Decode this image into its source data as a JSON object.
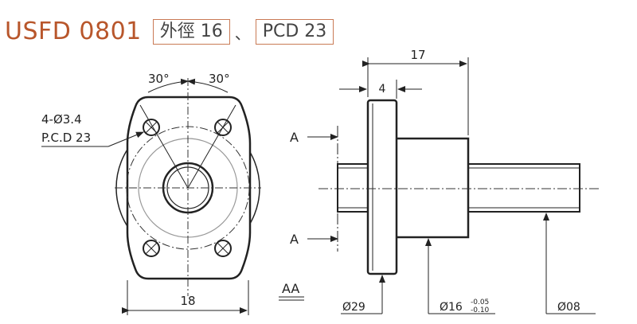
{
  "header": {
    "model": "USFD 0801",
    "spec_outer": "外徑 16",
    "separator": "、",
    "spec_pcd": "PCD 23"
  },
  "front_view": {
    "angle_left": "30°",
    "angle_right": "30°",
    "holes_label": "4-Ø3.4",
    "pcd_label": "P.C.D 23",
    "width_label": "18"
  },
  "side_view": {
    "length_label": "17",
    "flange_label": "4",
    "section_a_top": "A",
    "section_a_bottom": "A",
    "section_name": "AA",
    "flange_dia_label": "Ø29",
    "body_dia_label": "Ø16",
    "body_tol_upper": "-0.05",
    "body_tol_lower": "-0.10",
    "shaft_dia_label": "Ø08"
  },
  "colors": {
    "accent": "#b8562b",
    "box_border": "#c97a55",
    "line": "#222222"
  }
}
